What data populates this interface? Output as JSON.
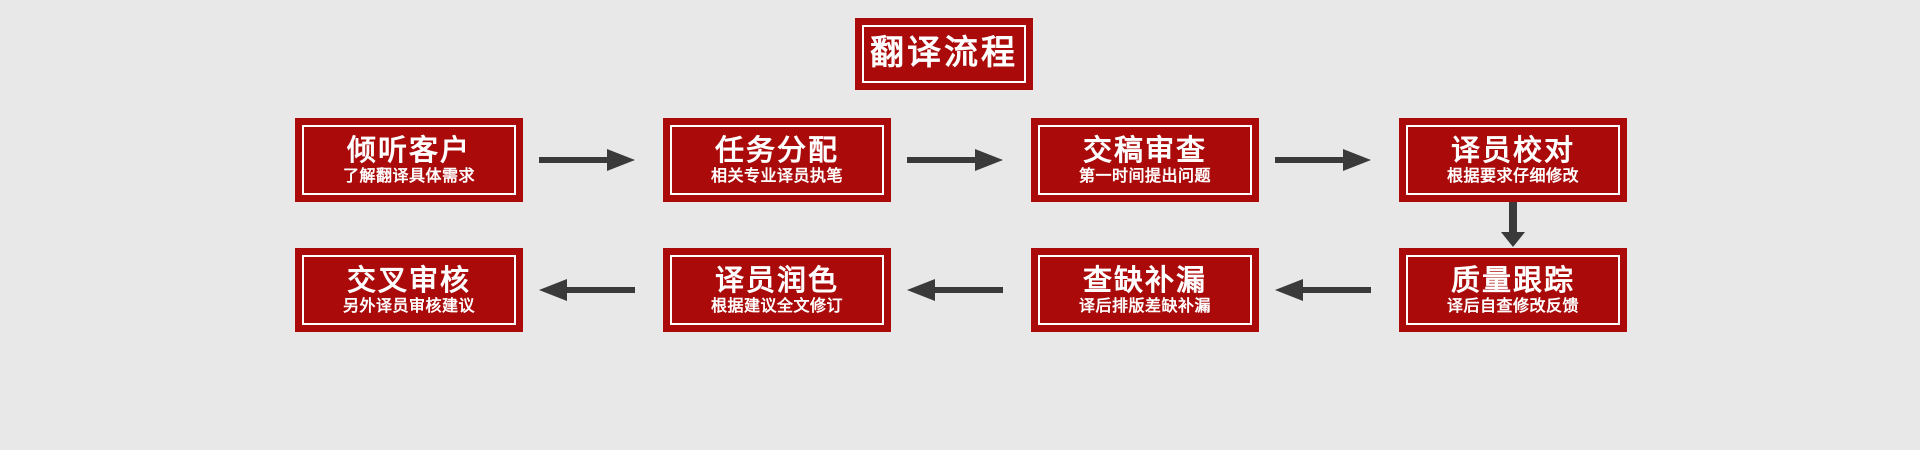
{
  "diagram": {
    "title_node": {
      "label": "翻译流程",
      "name": "process-title-box"
    },
    "colors": {
      "background": "#e8e8e8",
      "box_fill": "#aa0a0a",
      "box_inner_border": "#ffffff",
      "text": "#ffffff",
      "arrow": "#3a3a3a"
    },
    "steps": [
      {
        "index": 1,
        "title": "倾听客户",
        "subtitle": "了解翻译具体需求"
      },
      {
        "index": 2,
        "title": "任务分配",
        "subtitle": "相关专业译员执笔"
      },
      {
        "index": 3,
        "title": "交稿审查",
        "subtitle": "第一时间提出问题"
      },
      {
        "index": 4,
        "title": "译员校对",
        "subtitle": "根据要求仔细修改"
      },
      {
        "index": 5,
        "title": "质量跟踪",
        "subtitle": "译后自查修改反馈"
      },
      {
        "index": 6,
        "title": "查缺补漏",
        "subtitle": "译后排版差缺补漏"
      },
      {
        "index": 7,
        "title": "译员润色",
        "subtitle": "根据建议全文修订"
      },
      {
        "index": 8,
        "title": "交叉审核",
        "subtitle": "另外译员审核建议"
      }
    ],
    "connectors": [
      {
        "id": "arrow-r1",
        "direction": "right",
        "from": 1,
        "to": 2
      },
      {
        "id": "arrow-r2",
        "direction": "right",
        "from": 2,
        "to": 3
      },
      {
        "id": "arrow-r3",
        "direction": "right",
        "from": 3,
        "to": 4
      },
      {
        "id": "arrow-down",
        "direction": "down",
        "from": 4,
        "to": 5
      },
      {
        "id": "arrow-l3",
        "direction": "left",
        "from": 5,
        "to": 6
      },
      {
        "id": "arrow-l2",
        "direction": "left",
        "from": 6,
        "to": 7
      },
      {
        "id": "arrow-l1",
        "direction": "left",
        "from": 7,
        "to": 8
      }
    ]
  }
}
